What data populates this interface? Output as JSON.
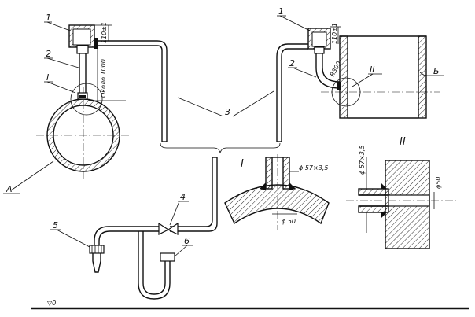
{
  "labels": {
    "l1_left": "1",
    "l1_right": "1",
    "l2_left": "2",
    "l2_right": "2",
    "l3": "3",
    "l4": "4",
    "l5": "5",
    "l6": "6",
    "lA": "A",
    "lB": "Б",
    "detail_I_marker": "I",
    "detail_II_marker": "II",
    "detail_I_title": "I",
    "detail_II_title": "II"
  },
  "dimensions": {
    "d110_left": "110±1",
    "d110_right": "110±1",
    "approx_1000": "Около 1000",
    "r300": "R300",
    "phi57_I": "ϕ 57×3,5",
    "phi50_I": "ϕ 50",
    "phi57_II": "ϕ 57×3,5",
    "phi50_II": "ϕ50",
    "ground_level": "▽0"
  }
}
